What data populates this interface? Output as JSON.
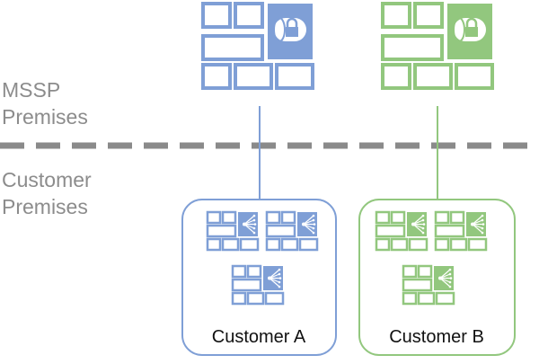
{
  "labels": {
    "mssp_line1": "MSSP",
    "mssp_line2": "Premises",
    "customer_line1": "Customer",
    "customer_line2": "Premises"
  },
  "colors": {
    "customer_a": "#7f9fd6",
    "customer_b": "#92c77e",
    "divider": "#8a8a8a",
    "label_text": "#8c8c8c"
  },
  "icons": {
    "mssp_server": "server-database-lock-icon",
    "customer_device": "server-network-node-icon"
  },
  "customers": [
    {
      "id": "a",
      "name": "Customer A",
      "device_count": 3
    },
    {
      "id": "b",
      "name": "Customer B",
      "device_count": 3
    }
  ]
}
